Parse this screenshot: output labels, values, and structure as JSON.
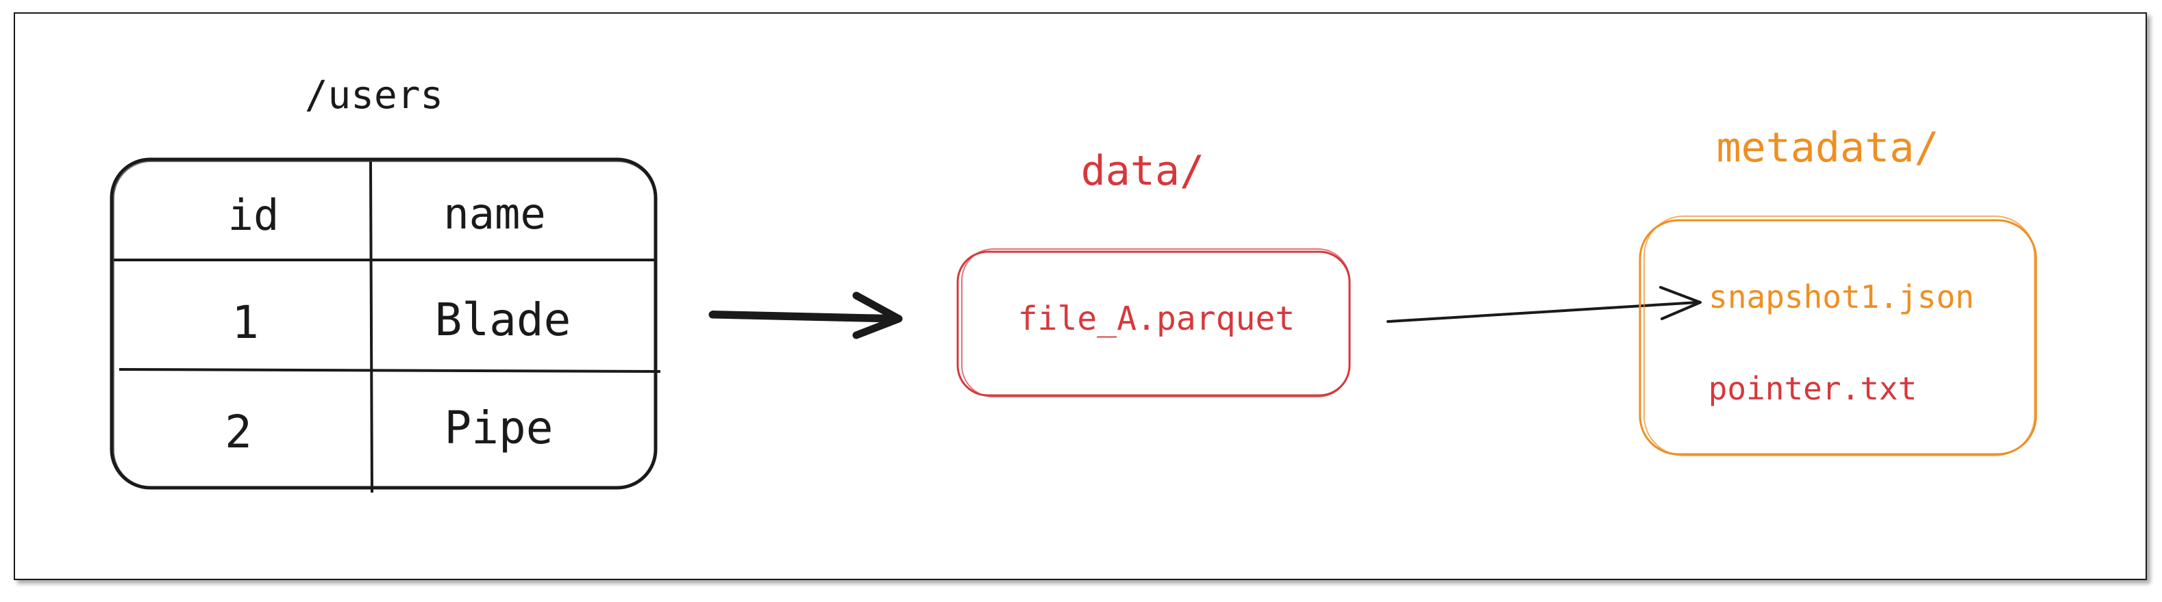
{
  "table": {
    "title": "/users",
    "headers": [
      "id",
      "name"
    ],
    "rows": [
      [
        "1",
        "Blade"
      ],
      [
        "2",
        "Pipe"
      ]
    ]
  },
  "data_folder": {
    "label": "data/",
    "files": [
      "file_A.parquet"
    ],
    "color": "#d6383c"
  },
  "metadata_folder": {
    "label": "metadata/",
    "files": [
      "snapshot1.json",
      "pointer.txt"
    ],
    "color": "#ee8f22",
    "file_colors": [
      "#ee8f22",
      "#d6383c"
    ]
  },
  "colors": {
    "ink": "#1a1a1a",
    "red": "#d6383c",
    "orange": "#ee8f22"
  }
}
